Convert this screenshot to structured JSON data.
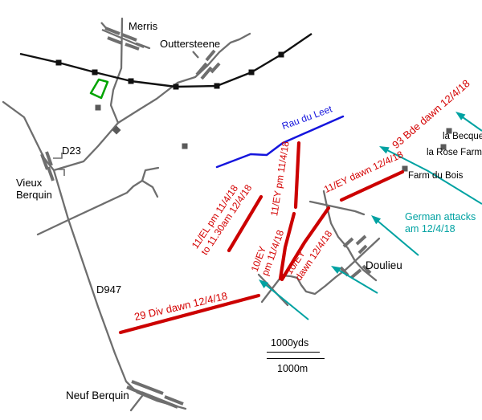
{
  "places": {
    "merris": "Merris",
    "outtersteene": "Outtersteene",
    "vieux_berquin": "Vieux\nBerquin",
    "neuf_berquin": "Neuf Berquin",
    "doulieu": "Doulieu",
    "la_becque": "la Becque",
    "la_rose_farm": "la Rose Farm",
    "farm_du_bois": "Farm du Bois"
  },
  "road_labels": {
    "d23": "D23",
    "d947": "D947"
  },
  "stream_label": "Rau du Leet",
  "defence_labels": {
    "div29": "29 Div dawn 12/4/18",
    "el11": "11/EL pm 11/4/18\nto 11.30am 12/4/18",
    "ey11_pm": "11/EY pm 11/4/18",
    "ey10_pm": "10/EY\npm 11/4/18",
    "ey10_dawn": "10/EY\ndawn 12/4/18",
    "ey11_dawn": "11/EY dawn 12/4/18",
    "bde93": "93 Bde dawn 12/4/18"
  },
  "attack_label": "German attacks\nam 12/4/18",
  "scale": {
    "yards": "1000yds",
    "meters": "1000m"
  },
  "colors": {
    "defence_red": "#cc0000",
    "attack_teal": "#00a2a2",
    "stream_blue": "#1515dd",
    "road_gray": "#6e6e6e",
    "railway_black": "#111111",
    "field_green": "#00a400",
    "building_gray": "#5a5a5a"
  }
}
